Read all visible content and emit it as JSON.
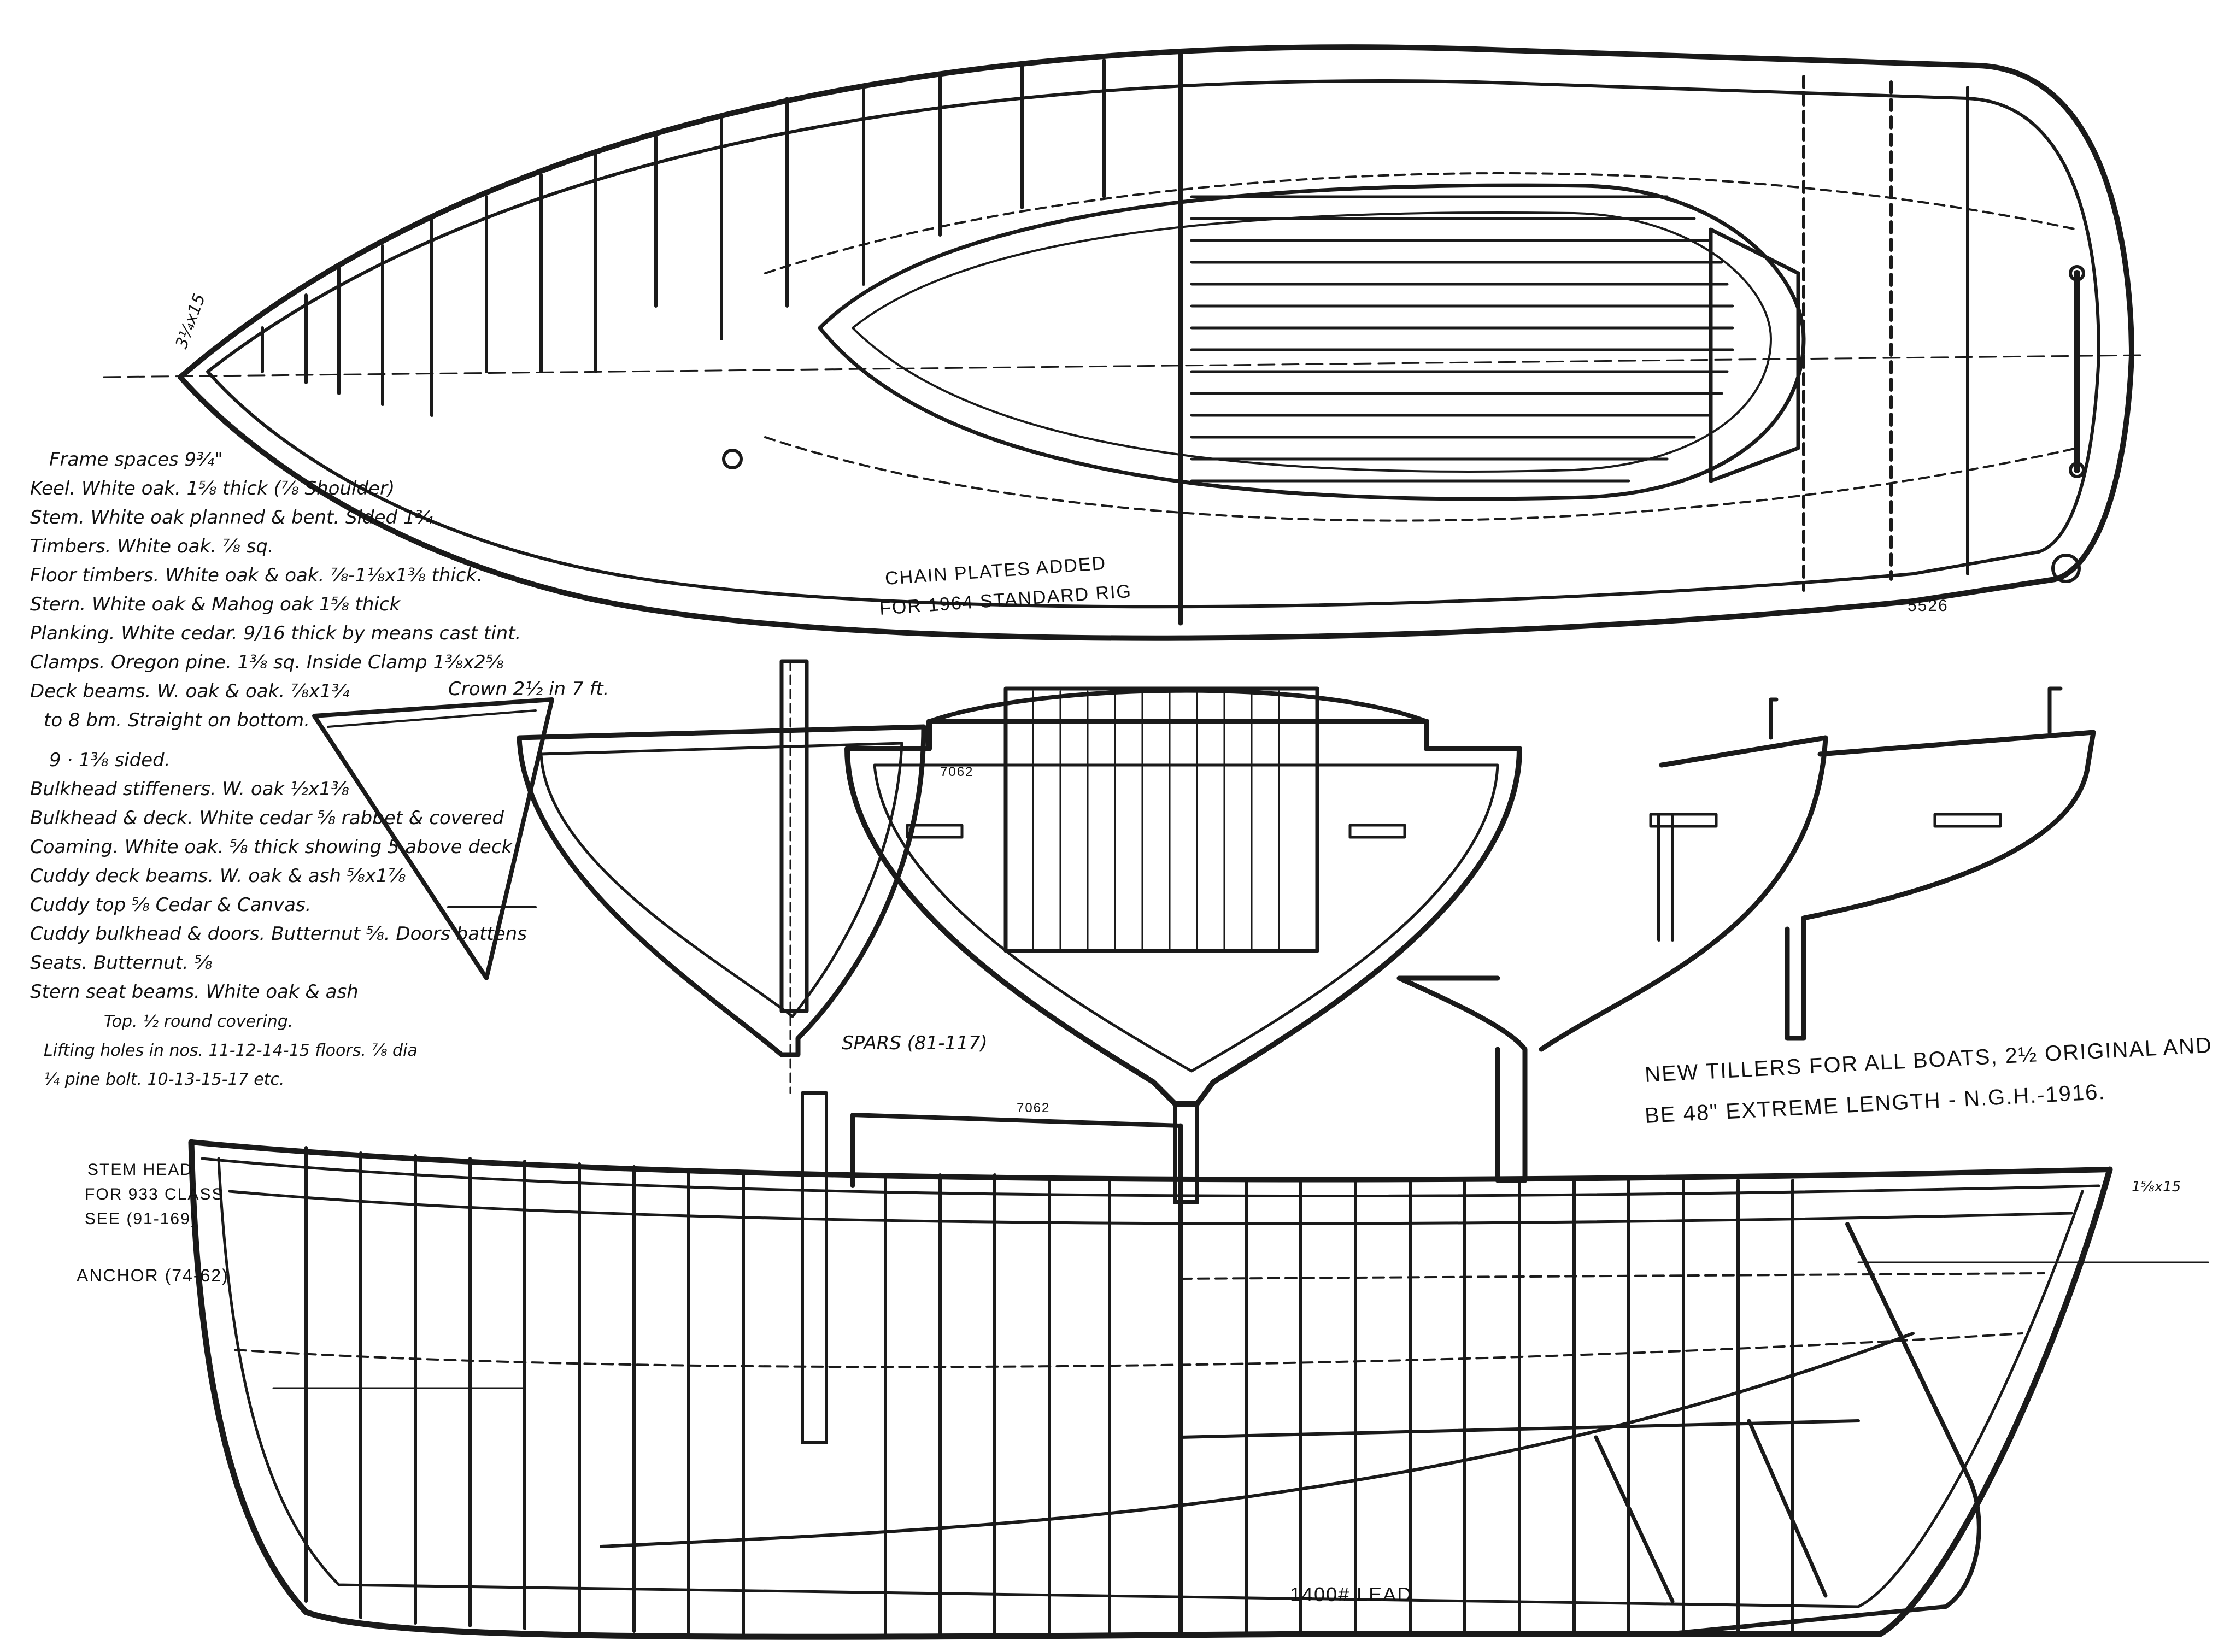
{
  "colors": {
    "paper": "#ffffff",
    "ink": "#1a1a1a"
  },
  "spec_notes": [
    "Frame spaces 9¾\"",
    "Keel. White oak. 1⅝ thick (⅞ Shoulder)",
    "Stem. White oak planned & bent. Sided 1¾",
    "Timbers. White oak. ⅞ sq.",
    "Floor timbers. White oak & oak. ⅞-1⅛x1⅜ thick.",
    "Stern. White oak & Mahog oak 1⅝ thick",
    "Planking. White cedar. 9/16 thick by means cast tint.",
    "Clamps. Oregon pine. 1⅜ sq. Inside Clamp 1⅜x2⅝",
    "Deck beams. W. oak & oak. ⅞x1¾",
    "to 8 bm. Straight on bottom.",
    "9 · 1⅜ sided.",
    "Bulkhead stiffeners. W. oak ½x1⅜",
    "Bulkhead & deck. White cedar ⅝ rabbet & covered",
    "Coaming. White oak. ⅝ thick showing 5 above deck",
    "Cuddy deck beams. W. oak & ash ⅝x1⅞",
    "Cuddy top ⅝ Cedar & Canvas.",
    "Cuddy bulkhead & doors. Butternut ⅝. Doors battens",
    "Seats. Butternut. ⅝",
    "Stern seat beams. White oak & ash",
    "Top. ½ round covering.",
    "Lifting holes in nos. 11-12-14-15 floors. ⅞ dia",
    "¼ pine bolt. 10-13-15-17 etc."
  ],
  "crown_note": "Crown 2½ in 7 ft.",
  "chain_plates_note": [
    "CHAIN PLATES ADDED",
    "FOR 1964 STANDARD RIG"
  ],
  "spars_note": "SPARS (81-117)",
  "tiller_note": [
    "NEW TILLERS FOR ALL BOATS, 2½ ORIGINAL AND",
    "BE 48\" EXTREME LENGTH - N.G.H.-1916."
  ],
  "stem_head_note": [
    "STEM HEAD",
    "FOR 933 CLASS",
    "SEE (91-169)"
  ],
  "anchor_note": "ANCHOR (74-62)",
  "lead_note": "1400# LEAD",
  "small_labels": {
    "plan_ref": "5526",
    "stem_dim": "3¼x15",
    "cuddy_ref": "7062",
    "profile_ref": "7062",
    "stem_dim_2": "1⅝x15"
  }
}
